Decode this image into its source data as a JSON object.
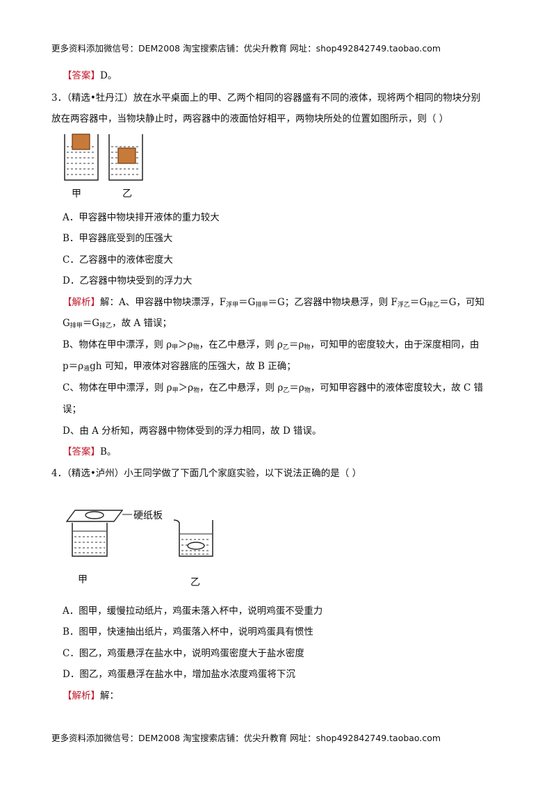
{
  "header": {
    "text": "更多资料添加微信号：DEM2008    淘宝搜索店铺：优尖升教育  网址：shop492842749.taobao.com"
  },
  "footer": {
    "text": "更多资料添加微信号：DEM2008    淘宝搜索店铺：优尖升教育  网址：shop492842749.taobao.com"
  },
  "answer_tag": "【答案】",
  "analysis_tag": "【解析】",
  "prev_answer": "D。",
  "q3": {
    "stem_1": "3．（精选•牡丹江）放在水平桌面上的甲、乙两个相同的容器盛有不同的液体，现将两个相同的物块分别",
    "stem_2": "放在两容器中，当物块静止时，两容器中的液面恰好相平，两物块所处的位置如图所示，则（       ）",
    "fig_label_a": "甲",
    "fig_label_b": "乙",
    "options": [
      "A．甲容器中物块排开液体的重力较大",
      "B．甲容器底受到的压强大",
      "C．乙容器中的液体密度大",
      "D．乙容器中物块受到的浮力大"
    ],
    "analysis": {
      "a1_pre": "解：A、甲容器中物块漂浮，F",
      "a1_s1": "浮甲",
      "a1_m1": "＝G",
      "a1_s2": "排甲",
      "a1_m2": "＝G；乙容器中物块悬浮，则 F",
      "a1_s3": "浮乙",
      "a1_m3": "＝G",
      "a1_s4": "排乙",
      "a1_m4": "＝G，可知",
      "a2_pre": "G",
      "a2_s1": "排甲",
      "a2_m1": "＝G",
      "a2_s2": "排乙",
      "a2_m2": "，故 A 错误；",
      "b1_pre": "B、物体在甲中漂浮，则 ρ",
      "b1_s1": "甲",
      "b1_m1": "＞ρ",
      "b1_s2": "物",
      "b1_m2": "，在乙中悬浮，则 ρ",
      "b1_s3": "乙",
      "b1_m3": "＝ρ",
      "b1_s4": "物",
      "b1_m4": "，可知甲的密度较大，由于深度相同，由",
      "b2_pre": "p＝ρ",
      "b2_s1": "液",
      "b2_m1": "gh 可知，甲液体对容器底的压强大，故 B 正确；",
      "c1_pre": "C、物体在甲中漂浮，则 ρ",
      "c1_s1": "甲",
      "c1_m1": "＞ρ",
      "c1_s2": "物",
      "c1_m2": "，在乙中悬浮，则 ρ",
      "c1_s3": "乙",
      "c1_m3": "＝ρ",
      "c1_s4": "物",
      "c1_m4": "，可知甲容器中的液体密度较大，故 C 错",
      "c2": "误；",
      "d1": "D、由 A 分析知，两容器中物体受到的浮力相同，故 D 错误。"
    },
    "answer": "B。"
  },
  "q4": {
    "stem": "4．（精选•泸州）小王同学做了下面几个家庭实验，以下说法正确的是（       ）",
    "fig_callout": "硬纸板",
    "fig_label_a": "甲",
    "fig_label_b": "乙",
    "options": [
      "A．图甲，缓慢拉动纸片，鸡蛋未落入杯中，说明鸡蛋不受重力",
      "B．图甲，快速抽出纸片，鸡蛋落入杯中，说明鸡蛋具有惯性",
      "C．图乙，鸡蛋悬浮在盐水中，说明鸡蛋密度大于盐水密度",
      "D．图乙，鸡蛋悬浮在盐水中，增加盐水浓度鸡蛋将下沉"
    ],
    "analysis_lead": "解："
  }
}
